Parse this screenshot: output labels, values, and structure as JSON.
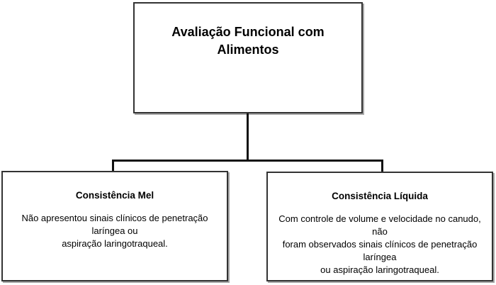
{
  "diagram": {
    "root": {
      "title": "Avaliação Funcional com\nAlimentos"
    },
    "children": [
      {
        "heading": "Consistência Mel",
        "body": "Não apresentou sinais clínicos de penetração laríngea ou\naspiração laringotraqueal."
      },
      {
        "heading": "Consistência Líquida",
        "body": "Com controle de volume e velocidade no canudo, não\nforam observados sinais clínicos de penetração laríngea\nou aspiração laringotraqueal."
      }
    ]
  },
  "colors": {
    "background": "#ffffff",
    "box_border": "#333333",
    "connector_line": "#111111",
    "text": "#000000"
  }
}
